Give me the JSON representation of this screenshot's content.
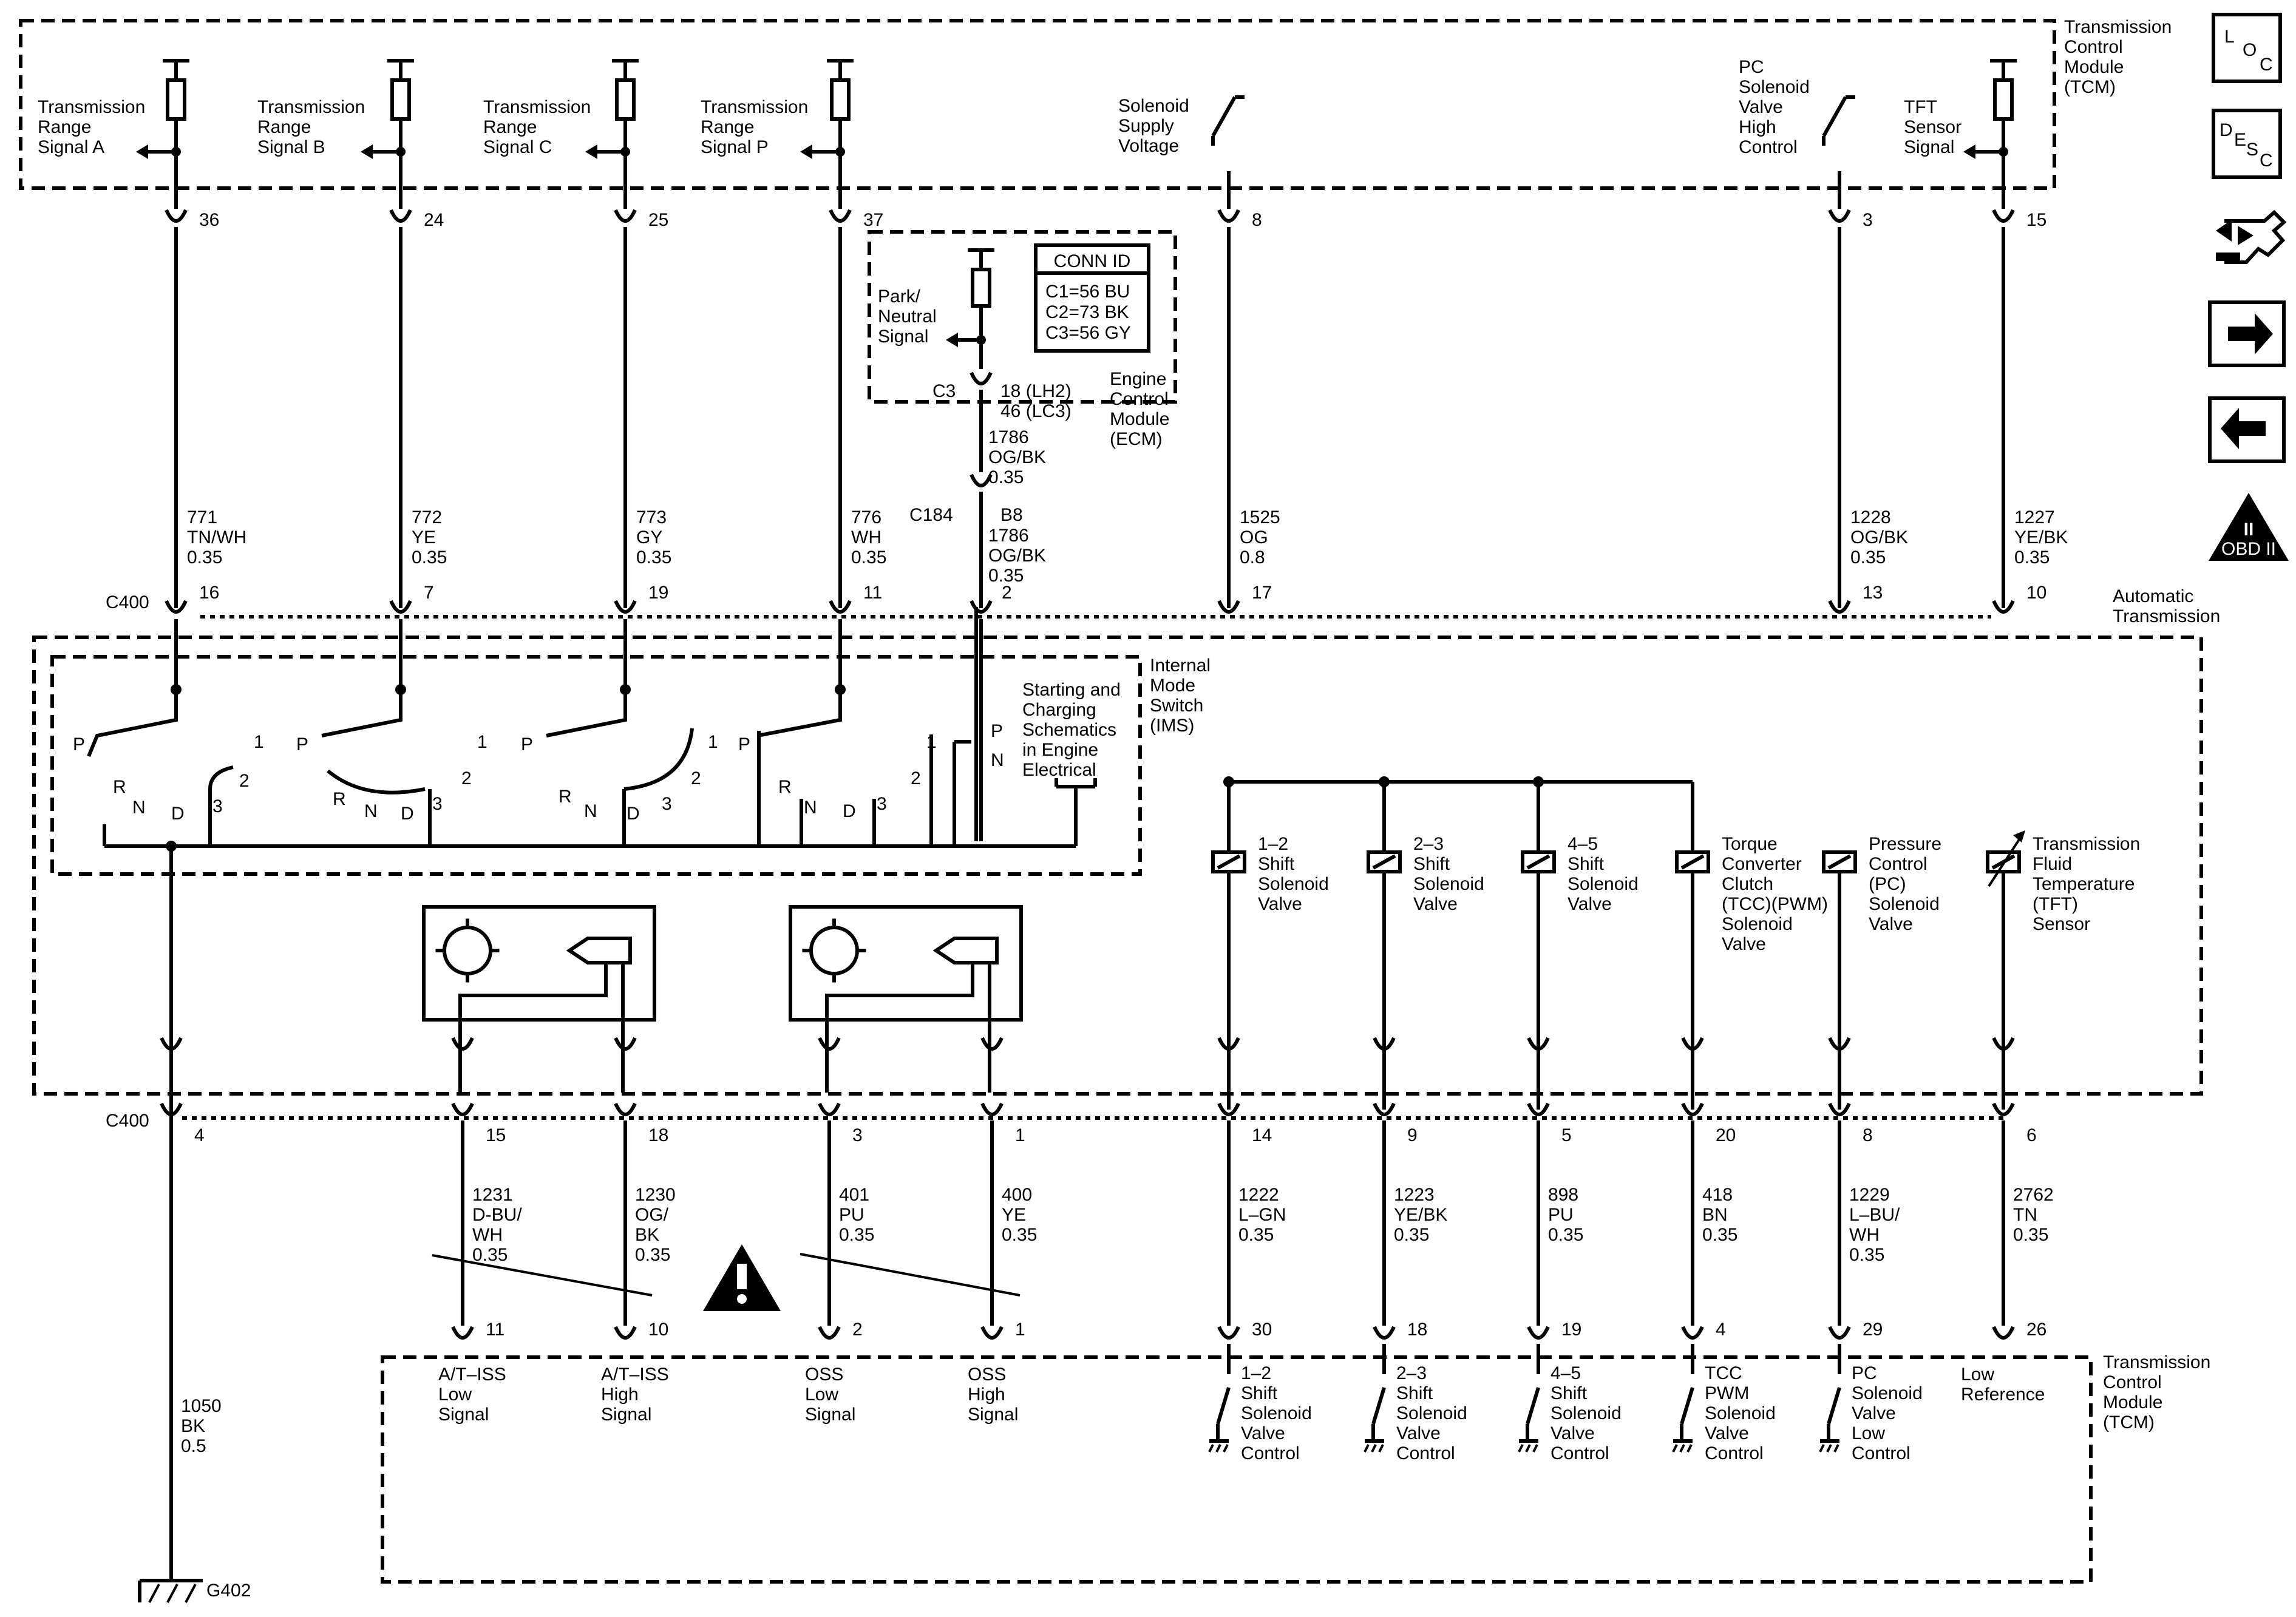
{
  "modules": {
    "tcm_top": [
      "Transmission",
      "Control",
      "Module",
      "(TCM)"
    ],
    "tcm_bottom": [
      "Transmission",
      "Control",
      "Module",
      "(TCM)"
    ],
    "ecm": [
      "Engine",
      "Control",
      "Module",
      "(ECM)"
    ],
    "auto_trans": [
      "Automatic",
      "Transmission"
    ],
    "ims": [
      "Internal",
      "Mode",
      "Switch",
      "(IMS)"
    ],
    "starting_charging": [
      "Starting and",
      "Charging",
      "Schematics",
      "in Engine",
      "Electrical"
    ]
  },
  "connectors": {
    "c400": "C400",
    "c400_bottom": "C400",
    "c3": "C3",
    "c184": "C184",
    "ground": "G402"
  },
  "conn_id": {
    "title": "CONN ID",
    "lines": [
      "C1=56 BU",
      "C2=73 BK",
      "C3=56 GY"
    ]
  },
  "top_signals": [
    {
      "lines": [
        "Transmission",
        "Range",
        "Signal A"
      ],
      "pin": "36",
      "wire": [
        "771",
        "TN/WH",
        "0.35"
      ],
      "c400": "16"
    },
    {
      "lines": [
        "Transmission",
        "Range",
        "Signal B"
      ],
      "pin": "24",
      "wire": [
        "772",
        "YE",
        "0.35"
      ],
      "c400": "7"
    },
    {
      "lines": [
        "Transmission",
        "Range",
        "Signal C"
      ],
      "pin": "25",
      "wire": [
        "773",
        "GY",
        "0.35"
      ],
      "c400": "19"
    },
    {
      "lines": [
        "Transmission",
        "Range",
        "Signal P"
      ],
      "pin": "37",
      "wire": [
        "776",
        "WH",
        "0.35"
      ],
      "c400": "11"
    },
    {
      "lines": [
        "Solenoid",
        "Supply",
        "Voltage"
      ],
      "pin": "8",
      "wire": [
        "1525",
        "OG",
        "0.8"
      ],
      "c400": "17"
    },
    {
      "lines": [
        "PC",
        "Solenoid",
        "Valve",
        "High",
        "Control"
      ],
      "pin": "3",
      "wire": [
        "1228",
        "OG/BK",
        "0.35"
      ],
      "c400": "13"
    },
    {
      "lines": [
        "TFT",
        "Sensor",
        "Signal"
      ],
      "pin": "15",
      "wire": [
        "1227",
        "YE/BK",
        "0.35"
      ],
      "c400": "10"
    }
  ],
  "park_neutral": {
    "lines": [
      "Park/",
      "Neutral",
      "Signal"
    ],
    "c3_pins": [
      "18 (LH2)",
      "46 (LC3)"
    ],
    "wire1": [
      "1786",
      "OG/BK",
      "0.35"
    ],
    "c184_pin": "B8",
    "wire2": [
      "1786",
      "OG/BK",
      "0.35"
    ],
    "c400": "2"
  },
  "switch_letters": {
    "p": "P",
    "r": "R",
    "n": "N",
    "d": "D",
    "one": "1",
    "two": "2",
    "three": "3"
  },
  "solenoids": [
    {
      "lines": [
        "1–2",
        "Shift",
        "Solenoid",
        "Valve"
      ]
    },
    {
      "lines": [
        "2–3",
        "Shift",
        "Solenoid",
        "Valve"
      ]
    },
    {
      "lines": [
        "4–5",
        "Shift",
        "Solenoid",
        "Valve"
      ]
    },
    {
      "lines": [
        "Torque",
        "Converter",
        "Clutch",
        "(TCC)(PWM)",
        "Solenoid",
        "Valve"
      ]
    },
    {
      "lines": [
        "Pressure",
        "Control",
        "(PC)",
        "Solenoid",
        "Valve"
      ]
    },
    {
      "lines": [
        "Transmission",
        "Fluid",
        "Temperature",
        "(TFT)",
        "Sensor"
      ]
    }
  ],
  "bottom_circuits": [
    {
      "c400": "4",
      "wire": [
        "1050",
        "BK",
        "0.5"
      ]
    },
    {
      "c400": "15",
      "wire": [
        "1231",
        "D-BU/",
        "WH",
        "0.35"
      ],
      "tcm_pin": "11",
      "tcm_lines": [
        "A/T–ISS",
        "Low",
        "Signal"
      ]
    },
    {
      "c400": "18",
      "wire": [
        "1230",
        "OG/",
        "BK",
        "0.35"
      ],
      "tcm_pin": "10",
      "tcm_lines": [
        "A/T–ISS",
        "High",
        "Signal"
      ]
    },
    {
      "c400": "3",
      "wire": [
        "401",
        "PU",
        "0.35"
      ],
      "tcm_pin": "2",
      "tcm_lines": [
        "OSS",
        "Low",
        "Signal"
      ]
    },
    {
      "c400": "1",
      "wire": [
        "400",
        "YE",
        "0.35"
      ],
      "tcm_pin": "1",
      "tcm_lines": [
        "OSS",
        "High",
        "Signal"
      ]
    },
    {
      "c400": "14",
      "wire": [
        "1222",
        "L–GN",
        "0.35"
      ],
      "tcm_pin": "30",
      "tcm_lines": [
        "1–2",
        "Shift",
        "Solenoid",
        "Valve",
        "Control"
      ]
    },
    {
      "c400": "9",
      "wire": [
        "1223",
        "YE/BK",
        "0.35"
      ],
      "tcm_pin": "18",
      "tcm_lines": [
        "2–3",
        "Shift",
        "Solenoid",
        "Valve",
        "Control"
      ]
    },
    {
      "c400": "5",
      "wire": [
        "898",
        "PU",
        "0.35"
      ],
      "tcm_pin": "19",
      "tcm_lines": [
        "4–5",
        "Shift",
        "Solenoid",
        "Valve",
        "Control"
      ]
    },
    {
      "c400": "20",
      "wire": [
        "418",
        "BN",
        "0.35"
      ],
      "tcm_pin": "4",
      "tcm_lines": [
        "TCC",
        "PWM",
        "Solenoid",
        "Valve",
        "Control"
      ]
    },
    {
      "c400": "8",
      "wire": [
        "1229",
        "L–BU/",
        "WH",
        "0.35"
      ],
      "tcm_pin": "29",
      "tcm_lines": [
        "PC",
        "Solenoid",
        "Valve",
        "Low",
        "Control"
      ]
    },
    {
      "c400": "6",
      "wire": [
        "2762",
        "TN",
        "0.35"
      ],
      "tcm_pin": "26",
      "tcm_lines": [
        "Low",
        "Reference"
      ]
    }
  ],
  "side_buttons": [
    {
      "name": "loc-button",
      "letters": [
        "L",
        "O",
        "C"
      ]
    },
    {
      "name": "desc-button",
      "letters": [
        "D",
        "E",
        "S",
        "C"
      ]
    },
    {
      "name": "connector-tool-icon"
    },
    {
      "name": "next-arrow-button"
    },
    {
      "name": "prev-arrow-button"
    },
    {
      "name": "obd-ii-icon",
      "text": "OBD II",
      "numeral": "II"
    }
  ]
}
